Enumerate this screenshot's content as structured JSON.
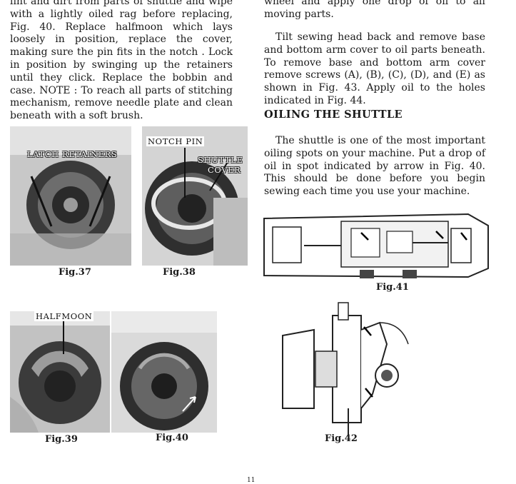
{
  "left_column": {
    "paragraph": "lint and dirt from parts of shuttle and wipe with a lightly oiled rag before replacing, Fig. 40. Replace halfmoon which lays loosely in position, replace the cover, making sure the pin fits in the notch . Lock in position by swinging up the retainers until they click. Replace the bobbin and case. NOTE : To reach all parts of stitching mechanism, remove needle plate and clean beneath with a soft brush."
  },
  "right_column": {
    "top_fragment": "wheel and apply one drop of oil to all moving parts.",
    "paragraph_base": "Tilt sewing head back and remove base and bottom arm cover to oil parts beneath. To remove base and bottom arm cover remove screws (A), (B), (C), (D), and (E) as shown in Fig. 43. Apply oil to the holes indicated in Fig. 44.",
    "heading": "OILING THE SHUTTLE",
    "paragraph_shuttle": "The shuttle is one of the most important oiling spots on your machine. Put a drop of oil in spot indicated by arrow in Fig. 40. This should be done before you begin sewing each time you use your machine."
  },
  "figures": {
    "fig37": {
      "caption": "Fig.37",
      "label": "LATCH RETAINERS"
    },
    "fig38": {
      "caption": "Fig.38",
      "label_notch": "NOTCH PIN",
      "label_cover_1": "SHUTTLE",
      "label_cover_2": "COVER"
    },
    "fig39": {
      "caption": "Fig.39",
      "label": "HALFMOON"
    },
    "fig40": {
      "caption": "Fig.40"
    },
    "fig41": {
      "caption": "Fig.41"
    },
    "fig42": {
      "caption": "Fig.42"
    }
  },
  "page_number": "11"
}
